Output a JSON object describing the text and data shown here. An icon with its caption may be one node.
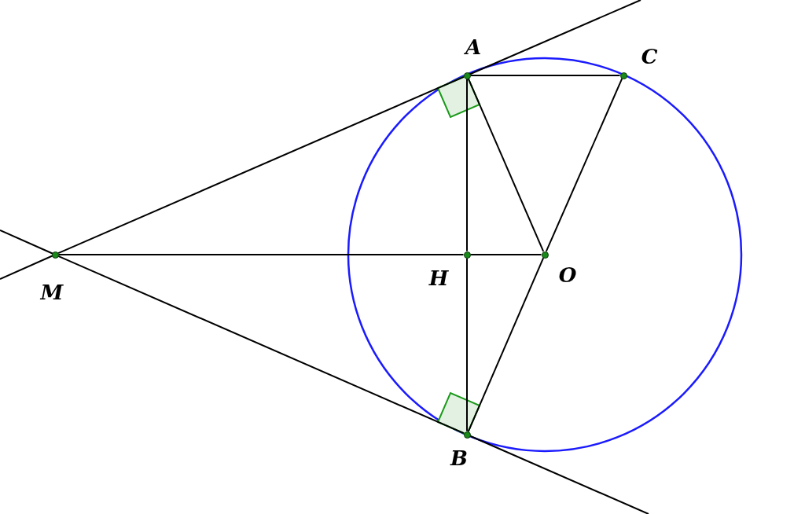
{
  "diagram": {
    "nodes": [
      {
        "text": [],
        "shape": "circle",
        "beside": [
          "A"
        ]
      },
      {
        "text": [],
        "shape": "circle",
        "beside": [
          "C"
        ]
      },
      {
        "text": [],
        "shape": "circle",
        "beside": [
          "M"
        ]
      },
      {
        "text": [],
        "shape": "circle",
        "beside": [
          "H"
        ]
      },
      {
        "text": [],
        "shape": "circle",
        "beside": [
          "O"
        ]
      },
      {
        "text": [],
        "shape": "circle",
        "beside": [
          "B"
        ]
      }
    ],
    "edges": [
      {
        "from": 2,
        "to": 0,
        "arrow": "none"
      },
      {
        "from": 0,
        "to": 1,
        "arrow": "none"
      },
      {
        "from": 0,
        "to": 4,
        "arrow": "none"
      },
      {
        "from": 1,
        "to": 4,
        "arrow": "none"
      },
      {
        "from": 0,
        "to": 3,
        "arrow": "none"
      },
      {
        "from": 2,
        "to": 3,
        "arrow": "none"
      },
      {
        "from": 3,
        "to": 4,
        "arrow": "none"
      },
      {
        "from": 3,
        "to": 5,
        "arrow": "none"
      },
      {
        "from": 4,
        "to": 5,
        "arrow": "none"
      },
      {
        "from": 2,
        "to": 5,
        "arrow": "none"
      }
    ]
  }
}
